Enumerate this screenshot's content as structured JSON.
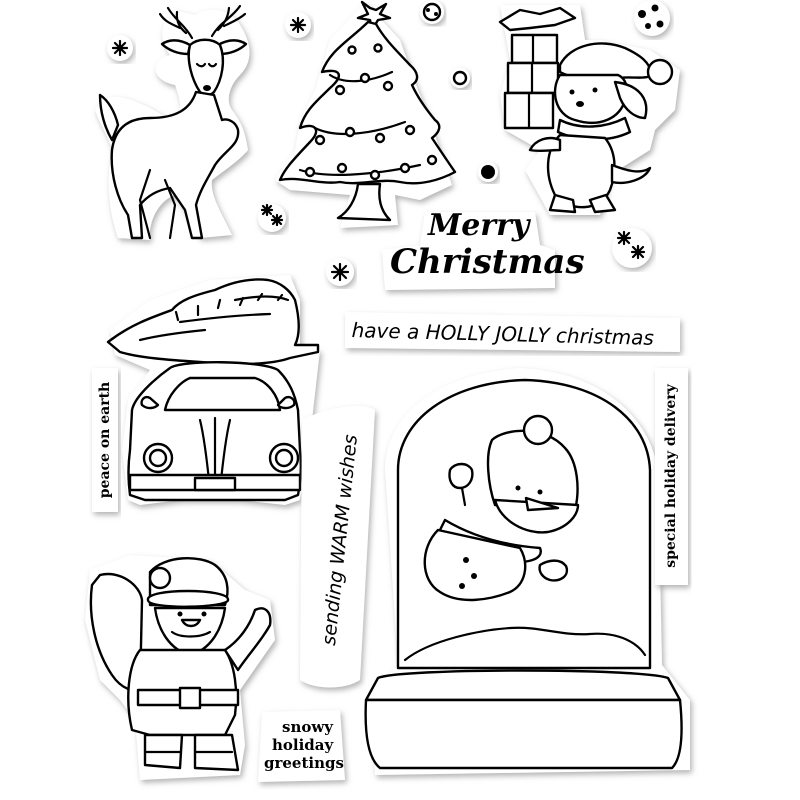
{
  "sheet": {
    "sentiments": {
      "merry_line1": "Merry",
      "merry_line2": "Christmas",
      "holly": "have a HOLLY JOLLY christmas",
      "peace": "peace on earth",
      "warm": "sending WARM wishes",
      "delivery": "special holiday delivery",
      "snowy_line1": "snowy",
      "snowy_line2": "holiday",
      "snowy_line3": "greetings"
    },
    "colors": {
      "ink": "#000000",
      "paper": "#ffffff",
      "shadow": "#bdbdbd"
    },
    "images": [
      "reindeer",
      "christmas-tree",
      "puppy-with-gifts",
      "car-with-tree",
      "santa",
      "snow-globe-snowman",
      "snowflakes",
      "dots"
    ]
  }
}
